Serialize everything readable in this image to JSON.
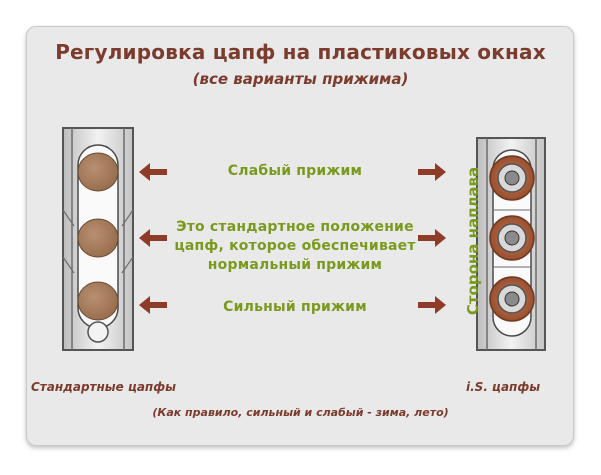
{
  "title": "Регулировка цапф на пластиковых окнах",
  "subtitle": "(все варианты прижима)",
  "modes": {
    "weak": "Слабый прижим",
    "normal_line1": "Это стандартное положение",
    "normal_line2": "цапф, которое обеспечивает",
    "normal_line3": "нормальный прижим",
    "strong": "Сильный прижим"
  },
  "side_label": "Сторона наплава",
  "captions": {
    "standard": "Стандартные цапфы",
    "is": "i.S. цапфы"
  },
  "footnote": "(Как правило, сильный и слабый - зима, лето)",
  "colors": {
    "accent_text": "#7b3b2d",
    "green_text": "#7a9a1e",
    "arrow": "#8e3b28",
    "pin": "#a77d5c"
  }
}
